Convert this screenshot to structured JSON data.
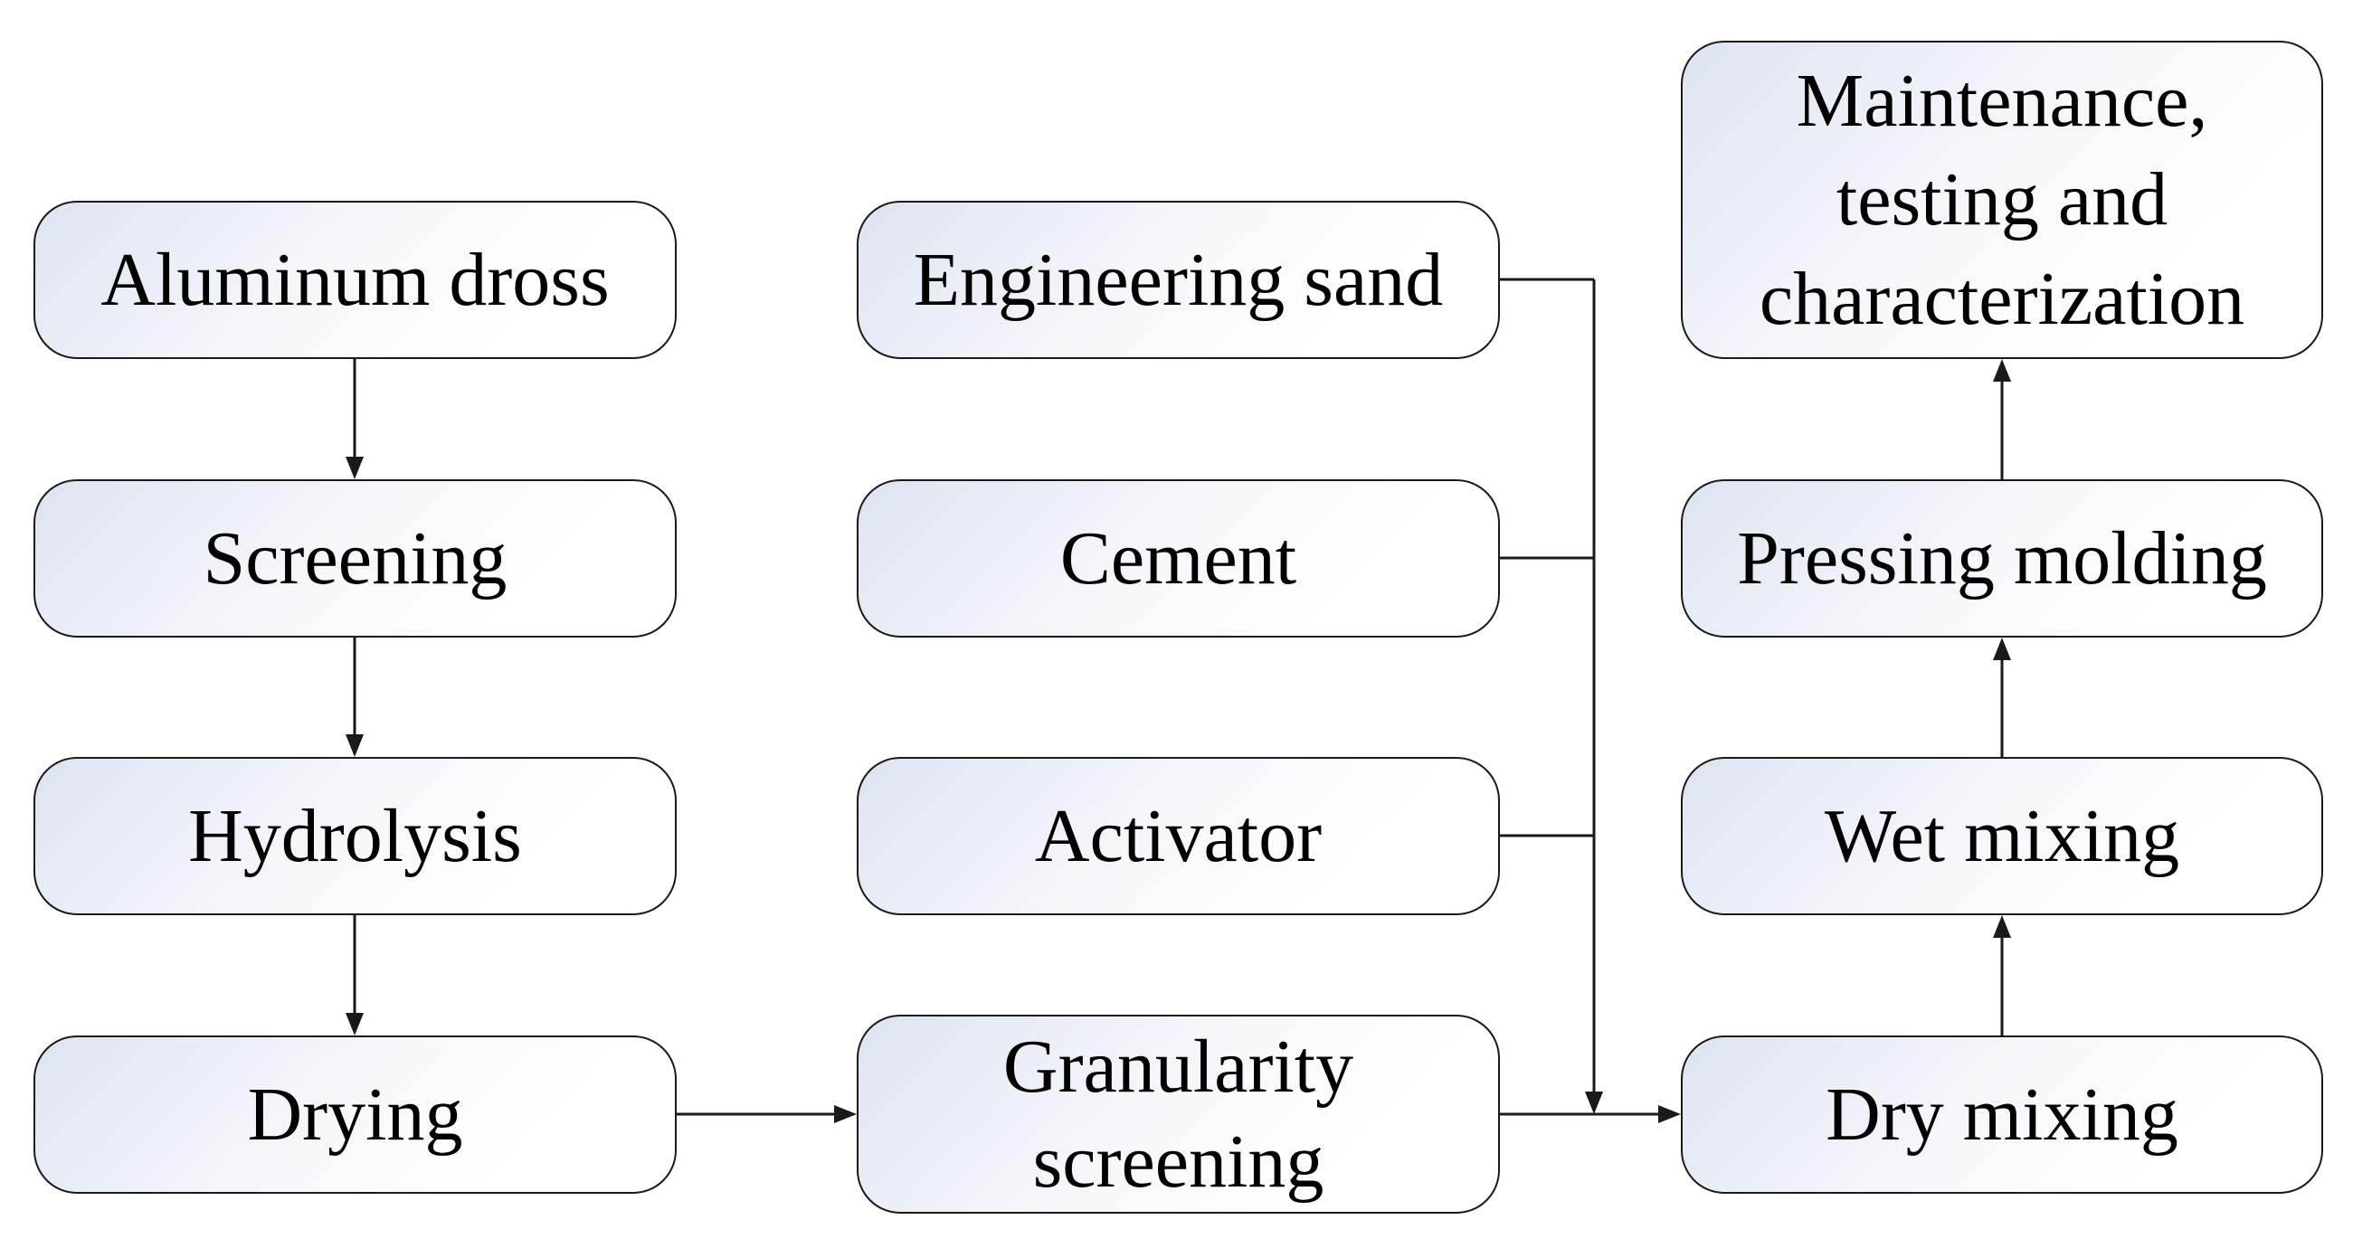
{
  "nodes": {
    "aluminum_dross": "Aluminum dross",
    "screening": "Screening",
    "hydrolysis": "Hydrolysis",
    "drying": "Drying",
    "engineering_sand": "Engineering sand",
    "cement": "Cement",
    "activator": "Activator",
    "granularity_screening": [
      "Granularity",
      "screening"
    ],
    "dry_mixing": "Dry mixing",
    "wet_mixing": "Wet mixing",
    "pressing_molding": "Pressing molding",
    "maintenance": [
      "Maintenance,",
      "testing and",
      "characterization"
    ]
  },
  "colors": {
    "stroke": "#1a1a1a",
    "fill_start": "#dde3f1",
    "fill_end": "#ffffff"
  }
}
